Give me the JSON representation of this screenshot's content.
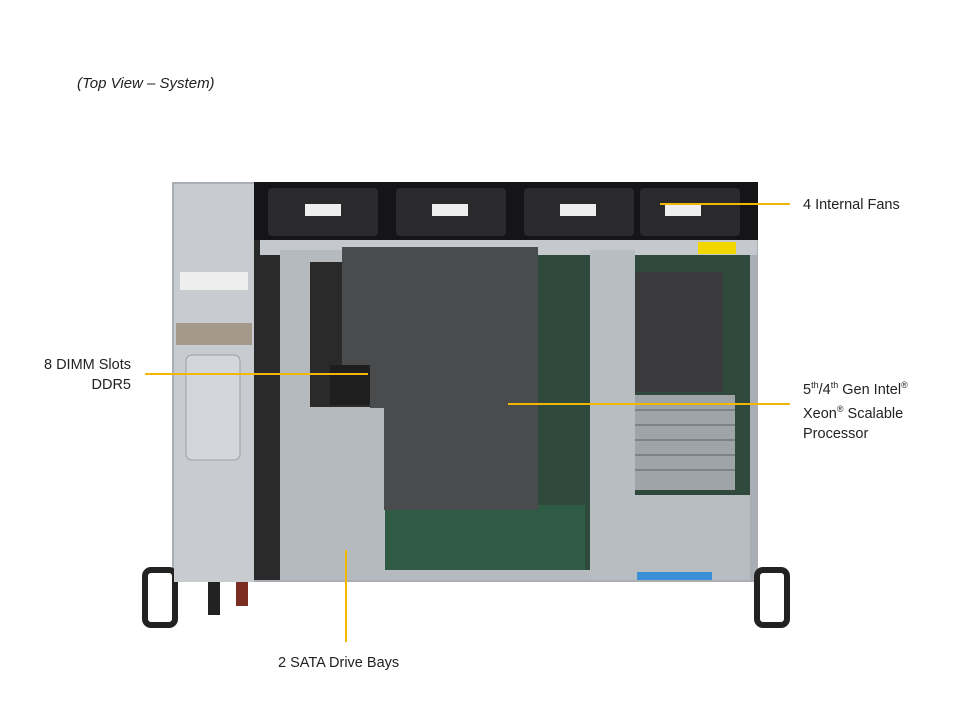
{
  "title": "(Top View – System)",
  "callouts": {
    "fans": "4 Internal Fans",
    "dimm_line1": "8 DIMM Slots",
    "dimm_line2": "DDR5",
    "cpu_5": "5",
    "cpu_th1": "th",
    "cpu_4": "/4",
    "cpu_th2": "th",
    "cpu_gen": " Gen Intel",
    "cpu_reg": "®",
    "cpu_xeon": "Xeon",
    "cpu_scalable": " Scalable",
    "cpu_processor": "Processor",
    "sata": "2 SATA Drive Bays"
  },
  "colors": {
    "callout_line": "#F2B705",
    "chassis": "#b9bec4",
    "shroud": "#4a4b4d",
    "fan": "#1e1e20",
    "pcb": "#2f5b45"
  }
}
